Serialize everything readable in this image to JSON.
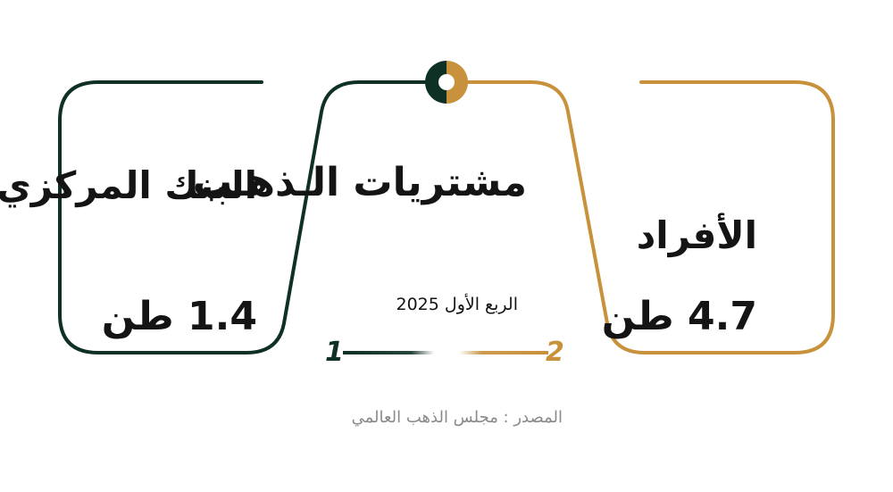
{
  "colors": {
    "dark_green": "#0f3024",
    "gold": "#c8913b",
    "text": "#141414",
    "muted": "#8a8a8a"
  },
  "individuals": {
    "label": "الأفراد",
    "value": "4.7 طن"
  },
  "gold_purchases": {
    "title": "مشتريات الـذهـب",
    "period": "الربع الأول 2025"
  },
  "central_bank": {
    "label": "البنك المركزي",
    "value": "1.4 طن"
  },
  "markers": {
    "one": "1",
    "two": "2"
  },
  "source": "المصدر : مجلس الذهب العالمي"
}
